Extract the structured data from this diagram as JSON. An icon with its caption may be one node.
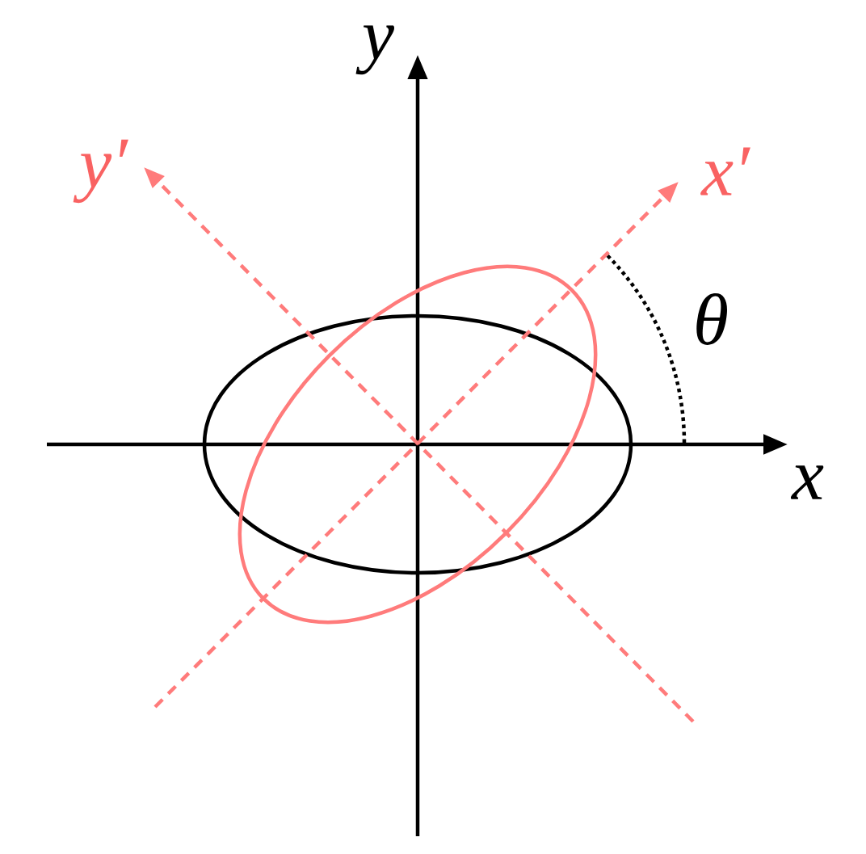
{
  "diagram": {
    "labels": [
      "y",
      "y′",
      "x′",
      "θ",
      "x"
    ]
  }
}
